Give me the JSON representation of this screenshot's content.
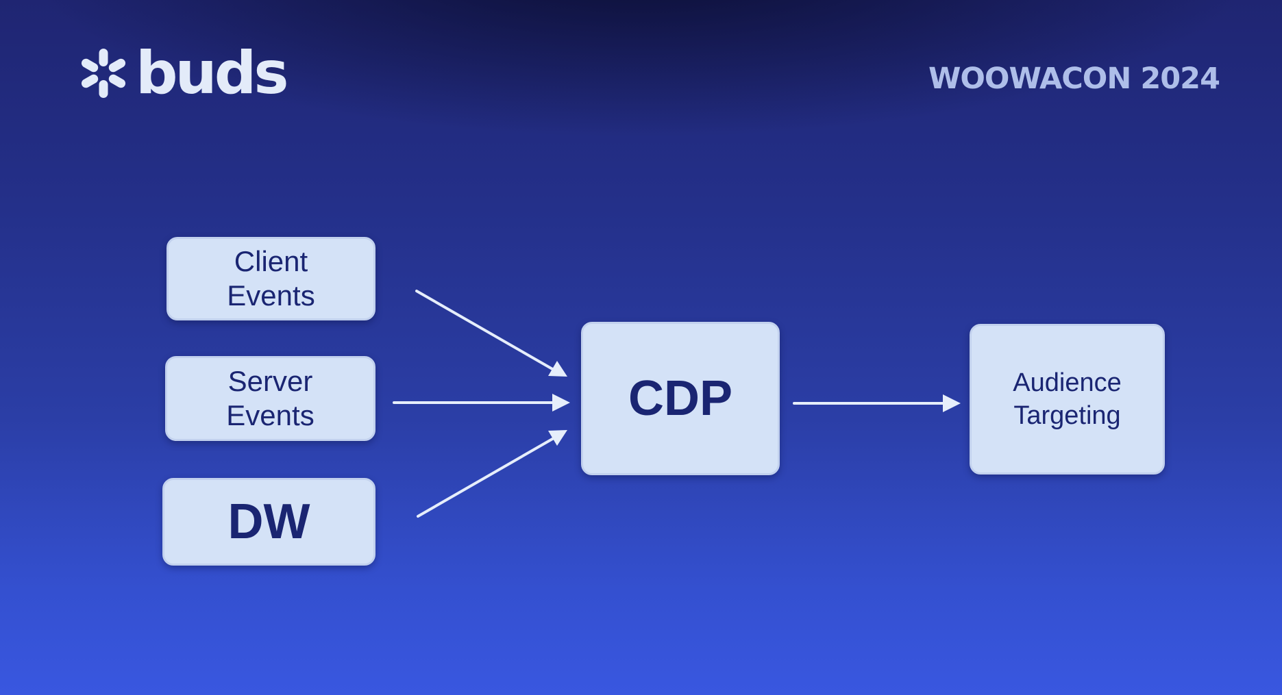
{
  "slide": {
    "brand": "buds",
    "event": "WOOWACON 2024"
  },
  "diagram": {
    "nodes": {
      "client": "Client\nEvents",
      "server": "Server\nEvents",
      "dw": "DW",
      "cdp": "CDP",
      "audience": "Audience\nTargeting"
    },
    "edges": [
      {
        "from": "Client Events",
        "to": "CDP"
      },
      {
        "from": "Server Events",
        "to": "CDP"
      },
      {
        "from": "DW",
        "to": "CDP"
      },
      {
        "from": "CDP",
        "to": "Audience Targeting"
      }
    ]
  },
  "colors": {
    "background": "#2b3ea6",
    "box": "#d4e2f7",
    "box_text": "#1a2572",
    "arrow": "#e6eefb",
    "logo": "#e3ebf9",
    "event_text": "#aebee9"
  }
}
